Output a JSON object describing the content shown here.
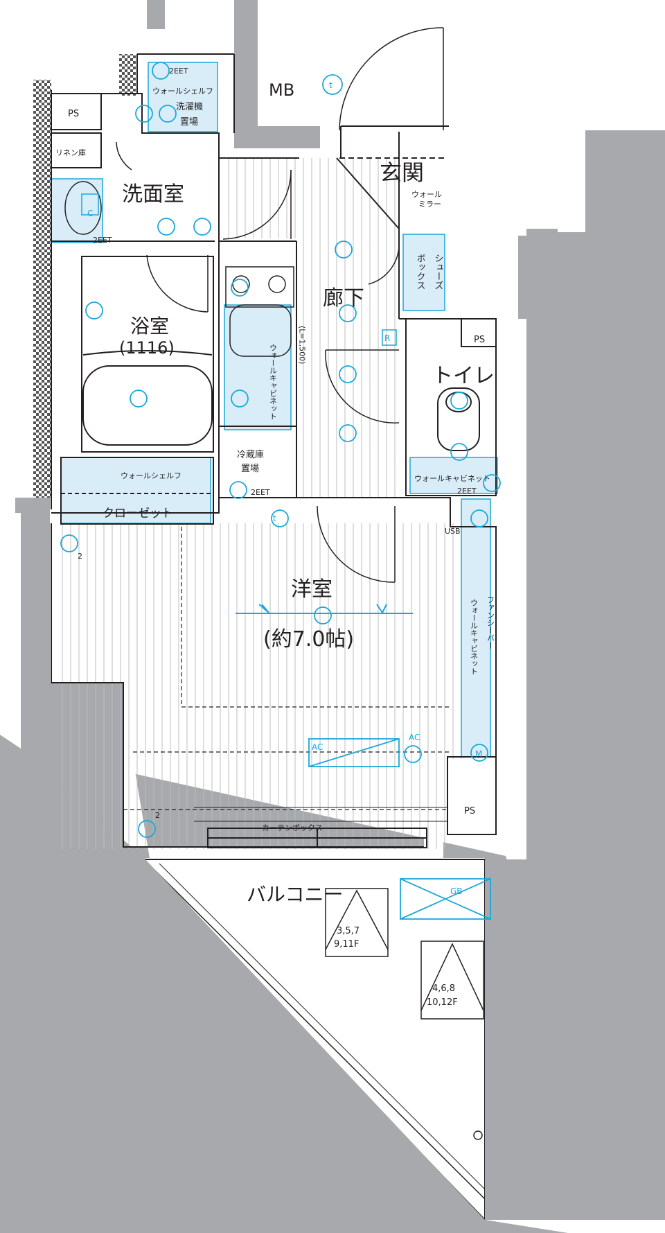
{
  "colors": {
    "wall": "#a7a9ac",
    "line": "#231f20",
    "accent": "#1aa7d9",
    "fill_light_blue": "#d8edf8"
  },
  "rooms": {
    "mb": "MB",
    "genkan": "玄関",
    "wall_mirror_1": "ウォール",
    "wall_mirror_2": "ミラー",
    "senmen": "洗面室",
    "ps_top_left": "PS",
    "linen": "リネン庫",
    "wall_shelf_top": "ウォールシェルフ",
    "washer_1": "洗濯機",
    "washer_2": "置場",
    "rouka": "廊下",
    "shoes_1": "シューズ",
    "shoes_2": "ボックス",
    "yokushitsu": "浴室",
    "yokushitsu_size": "(1116)",
    "ps_toilet": "PS",
    "toilet": "トイレ",
    "wall_cabinet_vertical": "ウォールキャビネット",
    "l_dim": "(L=1,500)",
    "fridge_1": "冷蔵庫",
    "fridge_2": "置場",
    "wall_shelf_closet": "ウォールシェルフ",
    "closet": "クローゼット",
    "wall_cabinet_toilet": "ウォールキャビネット",
    "usb": "USB",
    "yoshitsu": "洋室",
    "yoshitsu_size": "(約7.0帖)",
    "wall_cabinet_right": "ウォールキャビネット",
    "fanshaper": "ファンシーバー",
    "ac_1": "AC",
    "ac_2": "AC",
    "ps_right": "PS",
    "curtain_box": "カーテンボックス",
    "balcony": "バルコニー",
    "gb": "GB",
    "floors_a_1": "3,5,7",
    "floors_a_2": "9,11F",
    "floors_b_1": "4,6,8",
    "floors_b_2": "10,12F",
    "eet_1": "2EET",
    "eet_2": "2EET",
    "eet_3": "2EET",
    "eet_4": "2EET",
    "c_mark": "C",
    "r_mark": "R",
    "t_mark_1": "t",
    "t_mark_2": "t",
    "m_mark": "M",
    "sub_2_a": "2",
    "sub_2_b": "2"
  }
}
